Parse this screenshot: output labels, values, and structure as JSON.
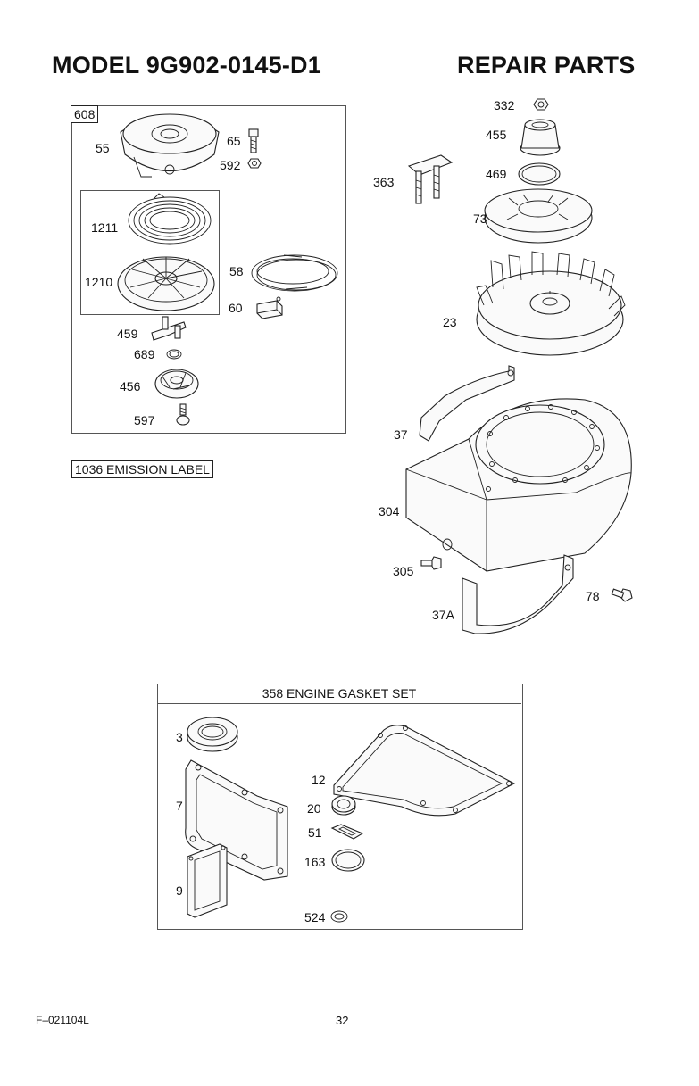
{
  "header": {
    "model_title": "MODEL 9G902-0145-D1",
    "section_title": "REPAIR PARTS"
  },
  "starter_group": {
    "kit_number": "608",
    "labels": {
      "p55": "55",
      "p65": "65",
      "p592": "592",
      "p1211": "1211",
      "p1210": "1210",
      "p58": "58",
      "p60": "60",
      "p459": "459",
      "p689": "689",
      "p456": "456",
      "p597": "597"
    }
  },
  "emission_label": "1036 EMISSION LABEL",
  "flywheel_group": {
    "labels": {
      "p332": "332",
      "p455": "455",
      "p469": "469",
      "p363": "363",
      "p73": "73",
      "p23": "23",
      "p37": "37",
      "p304": "304",
      "p305": "305",
      "p37a": "37A",
      "p78": "78"
    }
  },
  "gasket_set": {
    "title": "358 ENGINE GASKET SET",
    "labels": {
      "p3": "3",
      "p7": "7",
      "p9": "9",
      "p12": "12",
      "p20": "20",
      "p51": "51",
      "p163": "163",
      "p524": "524"
    }
  },
  "footer": {
    "doc_code": "F–021104L",
    "page_number": "32"
  },
  "icons": [
    "pulley-icon",
    "bolt-icon",
    "nut-icon",
    "spring-icon",
    "pulley-wheel-icon",
    "rope-icon",
    "handle-icon",
    "dog-icon",
    "retainer-ring-icon",
    "cup-icon",
    "screw-icon",
    "bracket-icon",
    "fan-icon",
    "flywheel-icon",
    "baffle-icon",
    "blower-housing-icon",
    "seal-icon",
    "gasket-icon",
    "washer-icon"
  ]
}
